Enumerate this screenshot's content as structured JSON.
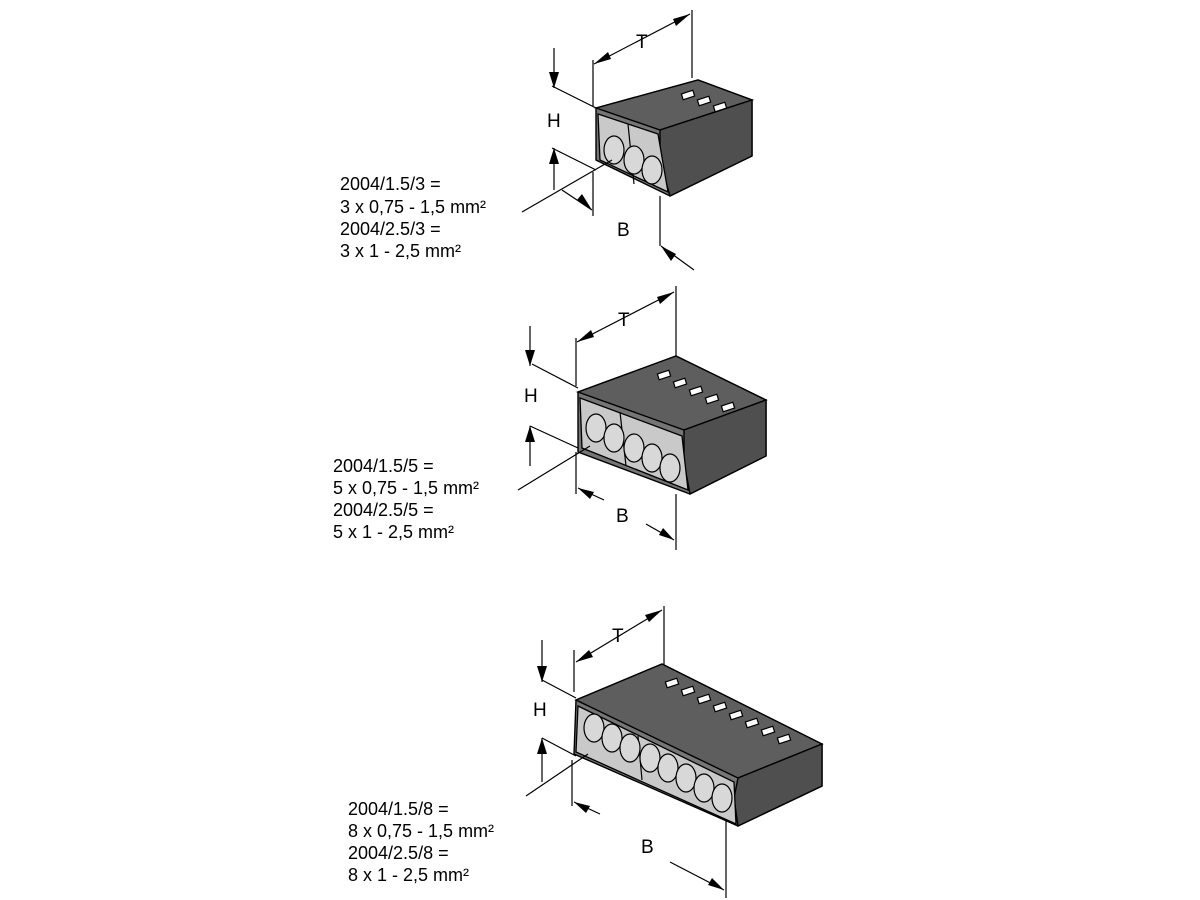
{
  "connectors": [
    {
      "id": "connector-3",
      "poles": 3,
      "dimension_labels": {
        "depth": "T",
        "height": "H",
        "width": "B"
      },
      "spec_lines": [
        "2004/1.5/3 =",
        "3 x 0,75 - 1,5 mm²",
        "2004/2.5/3 =",
        "3 x 1 - 2,5 mm²"
      ]
    },
    {
      "id": "connector-5",
      "poles": 5,
      "dimension_labels": {
        "depth": "T",
        "height": "H",
        "width": "B"
      },
      "spec_lines": [
        "2004/1.5/5 =",
        "5 x 0,75 - 1,5 mm²",
        "2004/2.5/5 =",
        "5 x 1 - 2,5 mm²"
      ]
    },
    {
      "id": "connector-8",
      "poles": 8,
      "dimension_labels": {
        "depth": "T",
        "height": "H",
        "width": "B"
      },
      "spec_lines": [
        "2004/1.5/8 =",
        "8 x 0,75 - 1,5 mm²",
        "2004/2.5/8 =",
        "8 x 1 - 2,5 mm²"
      ]
    }
  ]
}
